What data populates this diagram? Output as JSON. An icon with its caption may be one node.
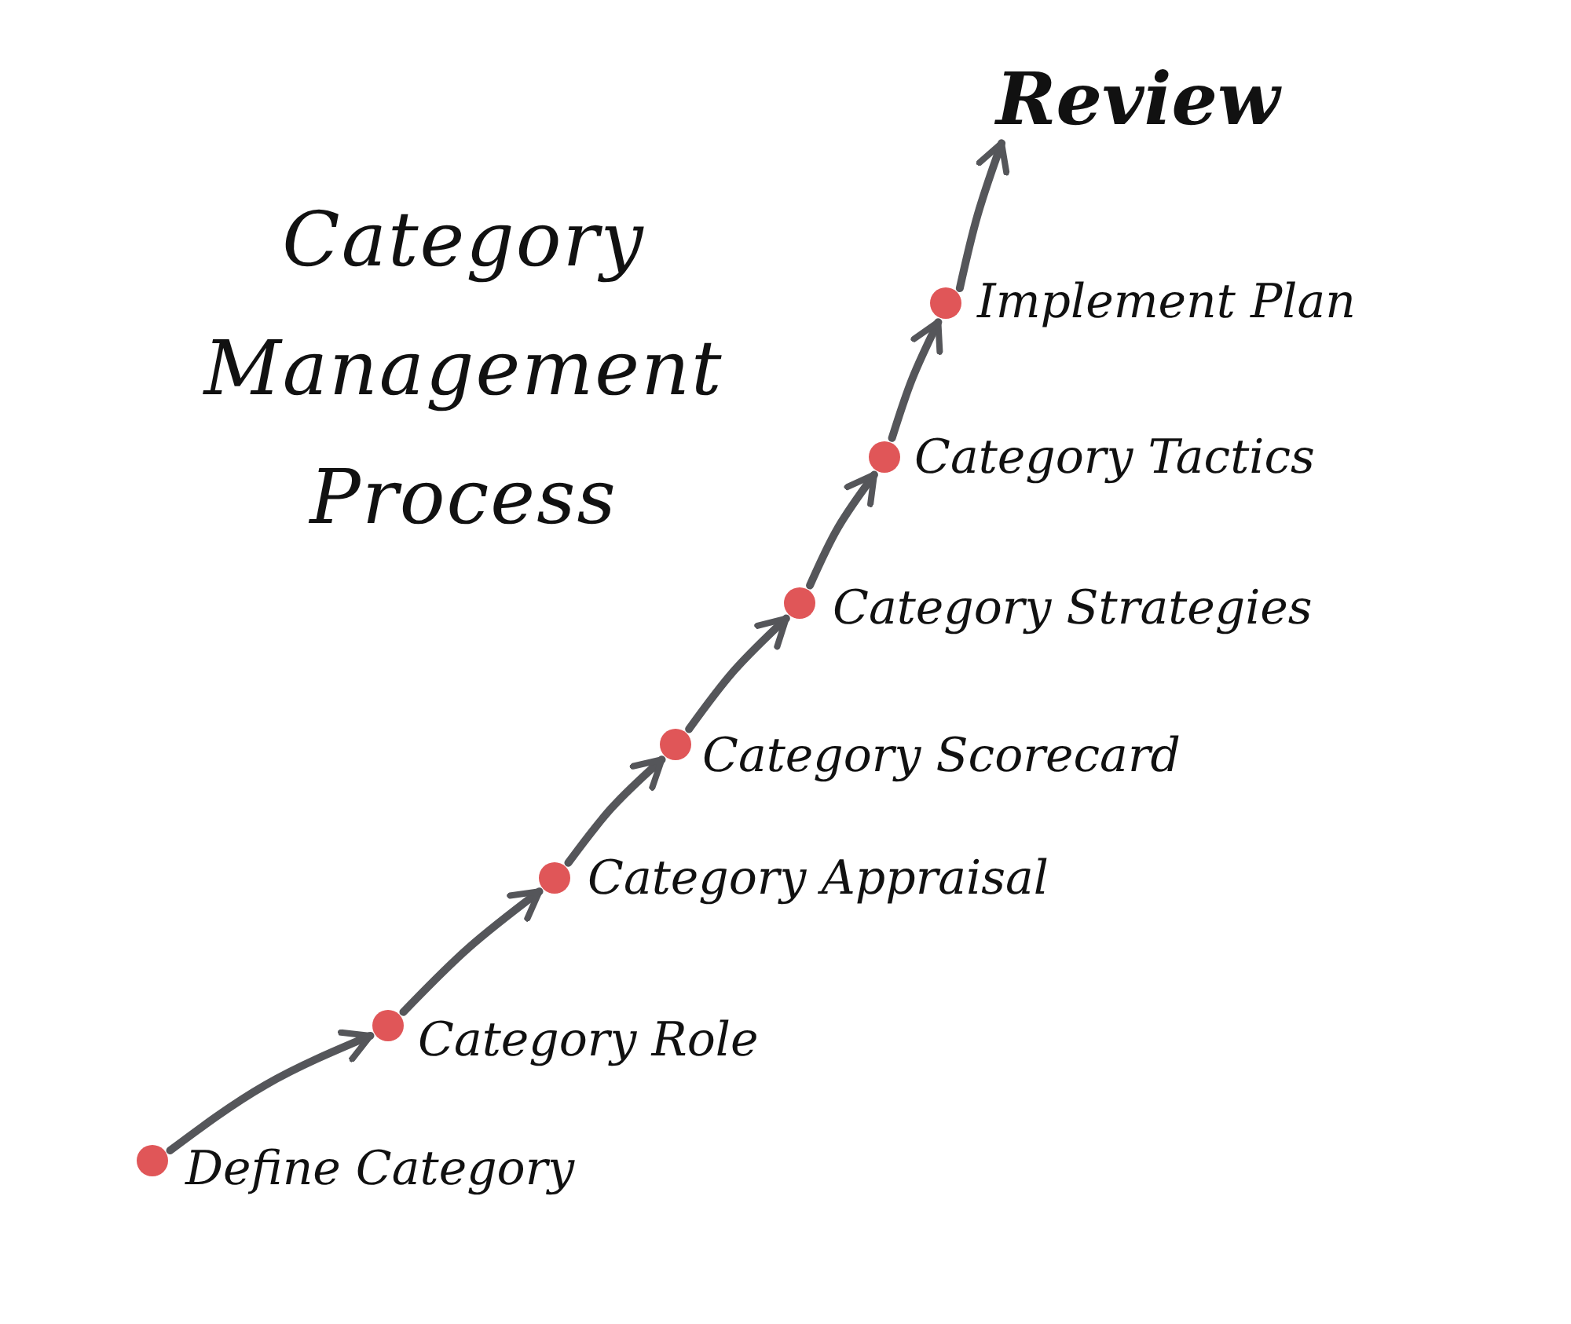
{
  "diagram": {
    "title": "Category Management Process",
    "nodes": [
      {
        "text": [],
        "shape": "circle",
        "beside": [
          "Define Category"
        ]
      },
      {
        "text": [],
        "shape": "circle",
        "beside": [
          "Category Role"
        ]
      },
      {
        "text": [],
        "shape": "circle",
        "beside": [
          "Category Appraisal"
        ]
      },
      {
        "text": [],
        "shape": "circle",
        "beside": [
          "Category Scorecard"
        ]
      },
      {
        "text": [],
        "shape": "circle",
        "beside": [
          "Category Strategies"
        ]
      },
      {
        "text": [],
        "shape": "circle",
        "beside": [
          "Category Tactics"
        ]
      },
      {
        "text": [],
        "shape": "circle",
        "beside": [
          "Implement Plan"
        ]
      },
      {
        "text": [
          "Review"
        ]
      }
    ],
    "edges": [
      {
        "from": 0,
        "to": 1,
        "arrow": "to"
      },
      {
        "from": 1,
        "to": 2,
        "arrow": "to"
      },
      {
        "from": 2,
        "to": 3,
        "arrow": "to"
      },
      {
        "from": 3,
        "to": 4,
        "arrow": "to"
      },
      {
        "from": 4,
        "to": 5,
        "arrow": "to"
      },
      {
        "from": 5,
        "to": 6,
        "arrow": "to"
      },
      {
        "from": 6,
        "to": 7,
        "arrow": "to"
      }
    ]
  }
}
